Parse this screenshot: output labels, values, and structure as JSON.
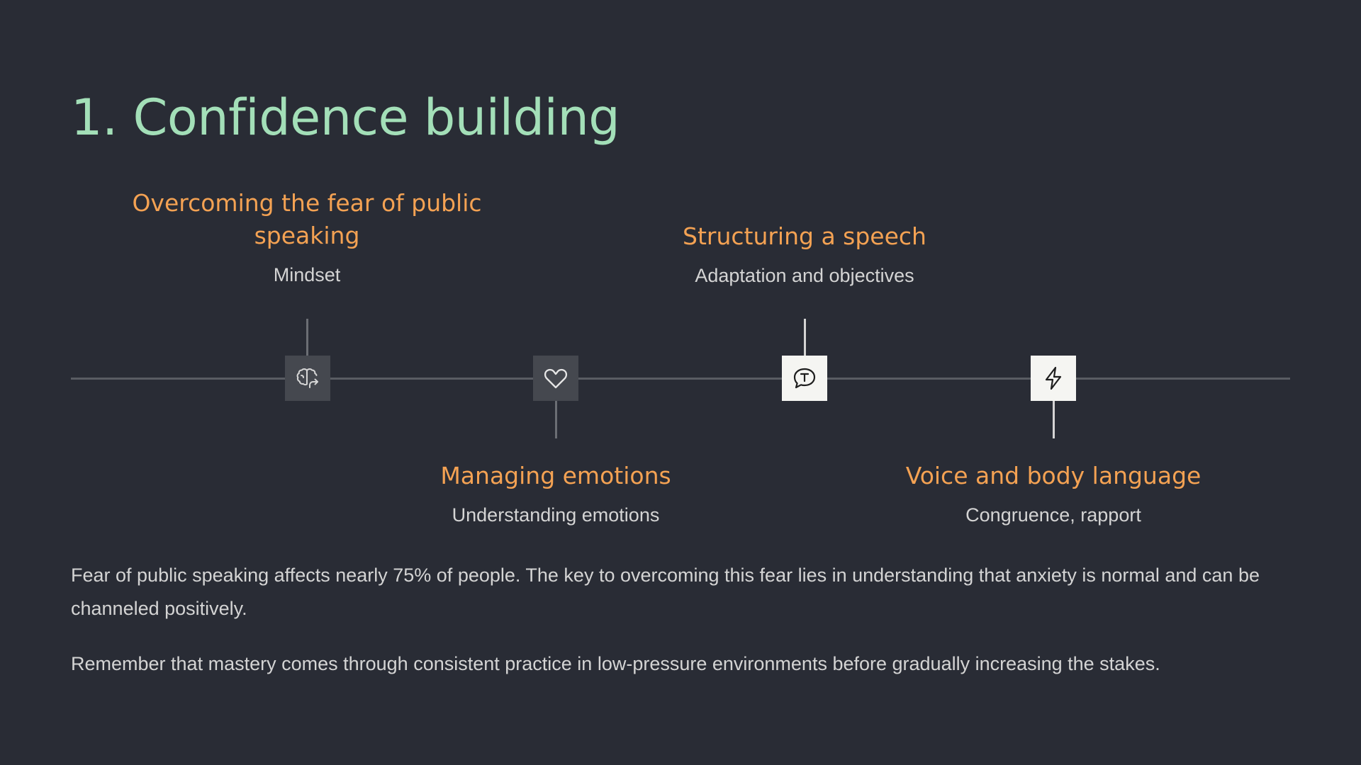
{
  "title": "1. Confidence building",
  "colors": {
    "background": "#292c35",
    "title": "#a3dfb8",
    "node_title": "#f4a253",
    "body_text": "#d4d4d4",
    "timeline": "#595c63"
  },
  "timeline": {
    "nodes": [
      {
        "title_line1": "Overcoming the fear of public",
        "title_line2": "speaking",
        "subtitle": "Mindset",
        "icon": "brain-arrow-icon",
        "position": "above",
        "style": "dark"
      },
      {
        "title": "Managing emotions",
        "subtitle": "Understanding emotions",
        "icon": "heart-icon",
        "position": "below",
        "style": "dark"
      },
      {
        "title": "Structuring a speech",
        "subtitle": "Adaptation and objectives",
        "icon": "speech-bubble-t-icon",
        "position": "above",
        "style": "light"
      },
      {
        "title": "Voice and body language",
        "subtitle": "Congruence, rapport",
        "icon": "lightning-icon",
        "position": "below",
        "style": "light"
      }
    ]
  },
  "paragraphs": [
    "Fear of public speaking affects nearly 75% of people. The key to overcoming this fear lies in understanding that anxiety is normal and can be channeled positively.",
    "Remember that mastery comes through consistent practice in low-pressure environments before gradually increasing the stakes."
  ]
}
